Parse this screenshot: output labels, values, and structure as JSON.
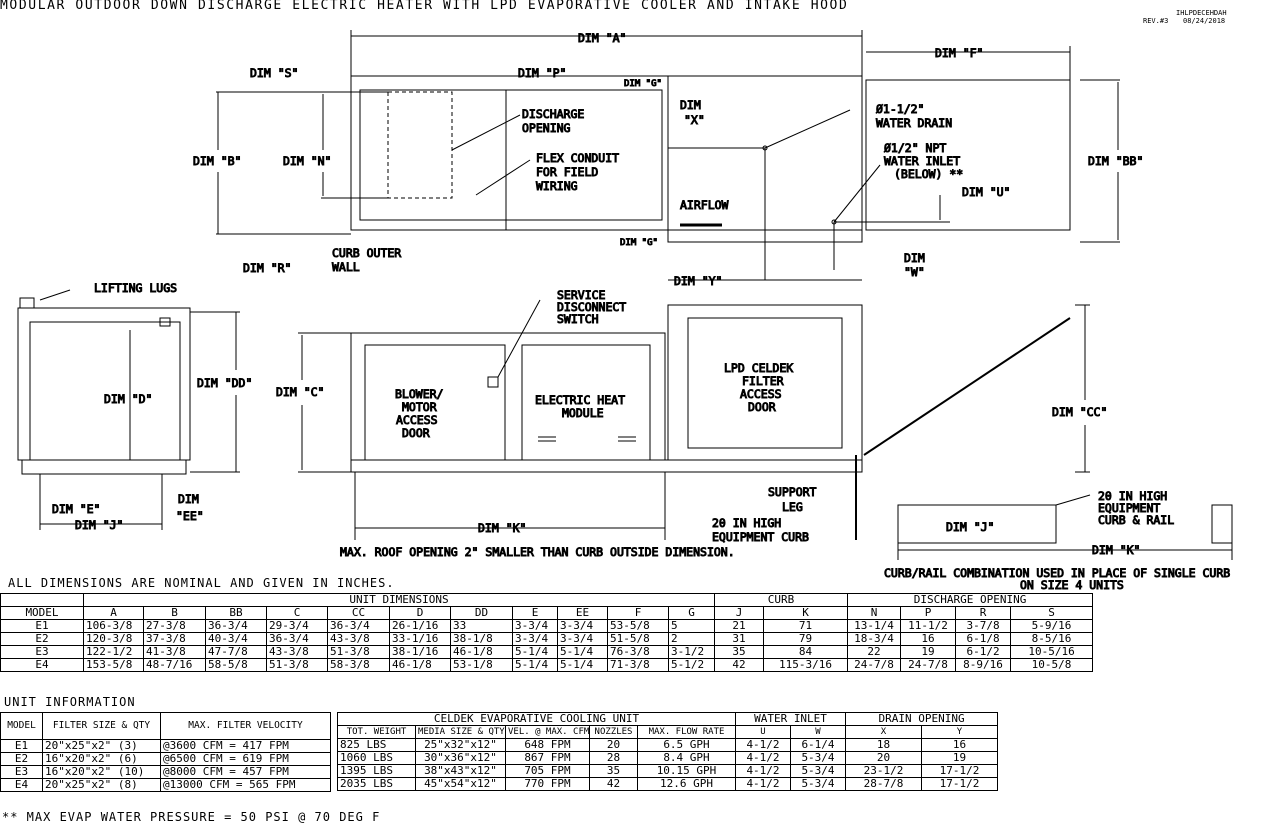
{
  "title": "MODULAR OUTDOOR DOWN DISCHARGE ELECTRIC HEATER WITH LPD EVAPORATIVE COOLER AND INTAKE HOOD",
  "drawing_id": "IHLPDECEHDAH",
  "revision": "REV.#3",
  "date": "08/24/2018",
  "labels": {
    "dim_a": "DIM \"A\"",
    "dim_f": "DIM \"F\"",
    "dim_s": "DIM \"S\"",
    "dim_p": "DIM \"P\"",
    "dim_g_top": "DIM \"G\"",
    "dim_g_bottom": "DIM \"G\"",
    "dim_x": "DIM",
    "dim_x2": "\"X\"",
    "dim_b": "DIM \"B\"",
    "dim_n": "DIM \"N\"",
    "dim_bb": "DIM \"BB\"",
    "dim_r": "DIM \"R\"",
    "dim_u": "DIM \"U\"",
    "dim_w": "DIM",
    "dim_w2": "\"W\"",
    "dim_y": "DIM \"Y\"",
    "discharge_opening": [
      "DISCHARGE",
      "OPENING"
    ],
    "flex_conduit": [
      "FLEX CONDUIT",
      "FOR FIELD",
      "WIRING"
    ],
    "water_drain": [
      "Ø1-1/2\"",
      "WATER DRAIN"
    ],
    "water_inlet": [
      "Ø1/2\" NPT",
      "WATER INLET",
      "(BELOW) **"
    ],
    "airflow": "AIRFLOW",
    "curb_outer_wall": [
      "CURB OUTER",
      "WALL"
    ],
    "lifting_lugs": "LIFTING LUGS",
    "dim_d": "DIM \"D\"",
    "dim_dd": "DIM \"DD\"",
    "dim_c": "DIM \"C\"",
    "dim_cc": "DIM \"CC\"",
    "dim_e": "DIM \"E\"",
    "dim_ee": "DIM",
    "dim_ee2": "\"EE\"",
    "dim_j": "DIM \"J\"",
    "dim_k": "DIM \"K\"",
    "service_disconnect": [
      "SERVICE",
      "DISCONNECT",
      "SWITCH"
    ],
    "blower_door": [
      "BLOWER/",
      "MOTOR",
      "ACCESS",
      "DOOR"
    ],
    "electric_heat": [
      "ELECTRIC HEAT",
      "MODULE"
    ],
    "celdek_door": [
      "LPD CELDEK",
      "FILTER",
      "ACCESS",
      "DOOR"
    ],
    "support_leg": [
      "SUPPORT",
      "LEG"
    ],
    "equipment_curb": [
      "20 IN HIGH",
      "EQUIPMENT CURB"
    ],
    "roof_opening_note": "MAX. ROOF OPENING 2\" SMALLER THAN CURB OUTSIDE DIMENSION.",
    "curb_rail": [
      "20 IN HIGH",
      "EQUIPMENT",
      "CURB & RAIL"
    ],
    "curb_rail_j": "DIM \"J\"",
    "curb_rail_k": "DIM \"K\"",
    "curb_rail_note": [
      "CURB/RAIL COMBINATION USED IN PLACE OF SINGLE CURB",
      "ON SIZE 4 UNITS"
    ]
  },
  "dimensions_note": "ALL DIMENSIONS ARE NOMINAL AND GIVEN IN INCHES.",
  "dimensions_table": {
    "groups": [
      "UNIT DIMENSIONS",
      "CURB",
      "DISCHARGE OPENING"
    ],
    "headers": [
      "MODEL",
      "A",
      "B",
      "BB",
      "C",
      "CC",
      "D",
      "DD",
      "E",
      "EE",
      "F",
      "G",
      "J",
      "K",
      "N",
      "P",
      "R",
      "S"
    ],
    "rows": [
      [
        "E1",
        "106-3/8",
        "27-3/8",
        "36-3/4",
        "29-3/4",
        "36-3/4",
        "26-1/16",
        "33",
        "3-3/4",
        "3-3/4",
        "53-5/8",
        "5",
        "21",
        "71",
        "13-1/4",
        "11-1/2",
        "3-7/8",
        "5-9/16"
      ],
      [
        "E2",
        "120-3/8",
        "37-3/8",
        "40-3/4",
        "36-3/4",
        "43-3/8",
        "33-1/16",
        "38-1/8",
        "3-3/4",
        "3-3/4",
        "51-5/8",
        "2",
        "31",
        "79",
        "18-3/4",
        "16",
        "6-1/8",
        "8-5/16"
      ],
      [
        "E3",
        "122-1/2",
        "41-3/8",
        "47-7/8",
        "43-3/8",
        "51-3/8",
        "38-1/16",
        "46-1/8",
        "5-1/4",
        "5-1/4",
        "76-3/8",
        "3-1/2",
        "35",
        "84",
        "22",
        "19",
        "6-1/2",
        "10-5/16"
      ],
      [
        "E4",
        "153-5/8",
        "48-7/16",
        "58-5/8",
        "51-3/8",
        "58-3/8",
        "46-1/8",
        "53-1/8",
        "5-1/4",
        "5-1/4",
        "71-3/8",
        "5-1/2",
        "42",
        "115-3/16",
        "24-7/8",
        "24-7/8",
        "8-9/16",
        "10-5/8"
      ]
    ]
  },
  "unit_info": {
    "title": "UNIT INFORMATION",
    "headers": [
      "MODEL",
      "FILTER SIZE & QTY",
      "MAX. FILTER VELOCITY"
    ],
    "rows": [
      [
        "E1",
        "20\"x25\"x2\" (3)",
        "@3600 CFM = 417 FPM"
      ],
      [
        "E2",
        "16\"x20\"x2\" (6)",
        "@6500 CFM = 619 FPM"
      ],
      [
        "E3",
        "16\"x20\"x2\" (10)",
        "@8000 CFM = 457 FPM"
      ],
      [
        "E4",
        "20\"x25\"x2\" (8)",
        "@13000 CFM = 565 FPM"
      ]
    ]
  },
  "celdek_table": {
    "groups": [
      "CELDEK EVAPORATIVE COOLING UNIT",
      "WATER INLET",
      "DRAIN OPENING"
    ],
    "headers": [
      "TOT. WEIGHT",
      "MEDIA SIZE & QTY",
      "VEL. @ MAX. CFM",
      "NOZZLES",
      "MAX. FLOW RATE",
      "U",
      "W",
      "X",
      "Y"
    ],
    "rows": [
      [
        "825 LBS",
        "25\"x32\"x12\"",
        "648 FPM",
        "20",
        "6.5 GPH",
        "4-1/2",
        "6-1/4",
        "18",
        "16"
      ],
      [
        "1060 LBS",
        "30\"x36\"x12\"",
        "867 FPM",
        "28",
        "8.4 GPH",
        "4-1/2",
        "5-3/4",
        "20",
        "19"
      ],
      [
        "1395 LBS",
        "38\"x43\"x12\"",
        "705 FPM",
        "35",
        "10.15 GPH",
        "4-1/2",
        "5-3/4",
        "23-1/2",
        "17-1/2"
      ],
      [
        "2035 LBS",
        "45\"x54\"x12\"",
        "770 FPM",
        "42",
        "12.6 GPH",
        "4-1/2",
        "5-3/4",
        "28-7/8",
        "17-1/2"
      ]
    ]
  },
  "footnote": "** MAX EVAP WATER PRESSURE = 50 PSI @ 70 DEG F"
}
